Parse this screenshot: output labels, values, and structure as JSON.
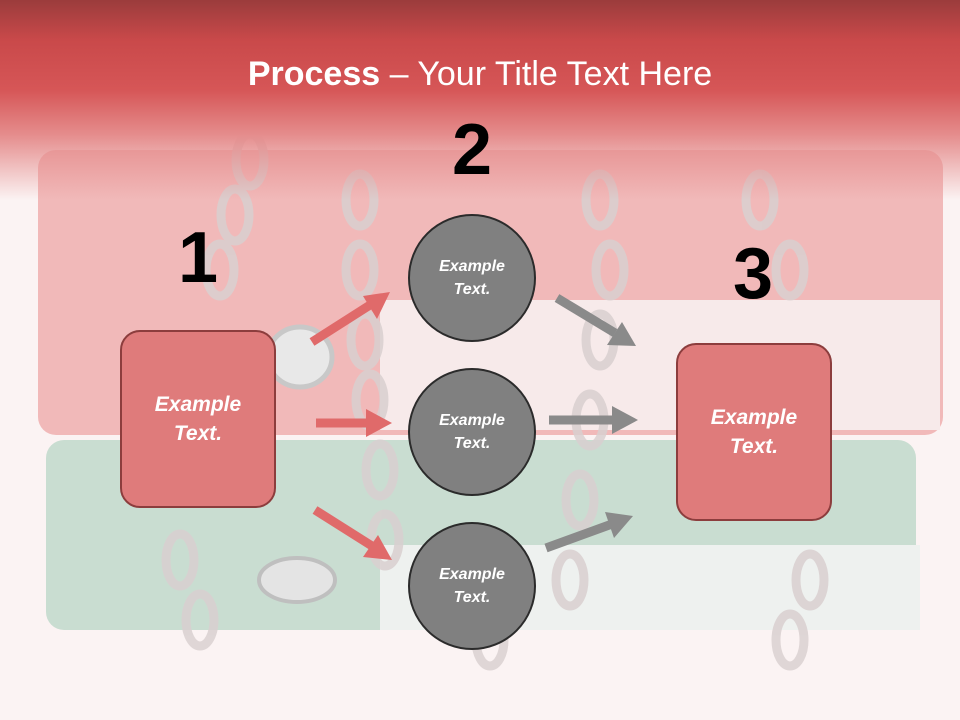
{
  "title": {
    "bold": "Process",
    "dash": " – ",
    "rest": "Your Title Text Here"
  },
  "steps": {
    "one": "1",
    "two": "2",
    "three": "3"
  },
  "left_box": {
    "line1": "Example",
    "line2": "Text."
  },
  "right_box": {
    "line1": "Example",
    "line2": "Text."
  },
  "circles": [
    {
      "line1": "Example",
      "line2": "Text."
    },
    {
      "line1": "Example",
      "line2": "Text."
    },
    {
      "line1": "Example",
      "line2": "Text."
    }
  ],
  "colors": {
    "header": "#d65657",
    "box_fill": "#df7b7b",
    "circle_fill": "#808080",
    "arrow_red": "#e06a6a",
    "arrow_gray": "#8a8a8a"
  }
}
